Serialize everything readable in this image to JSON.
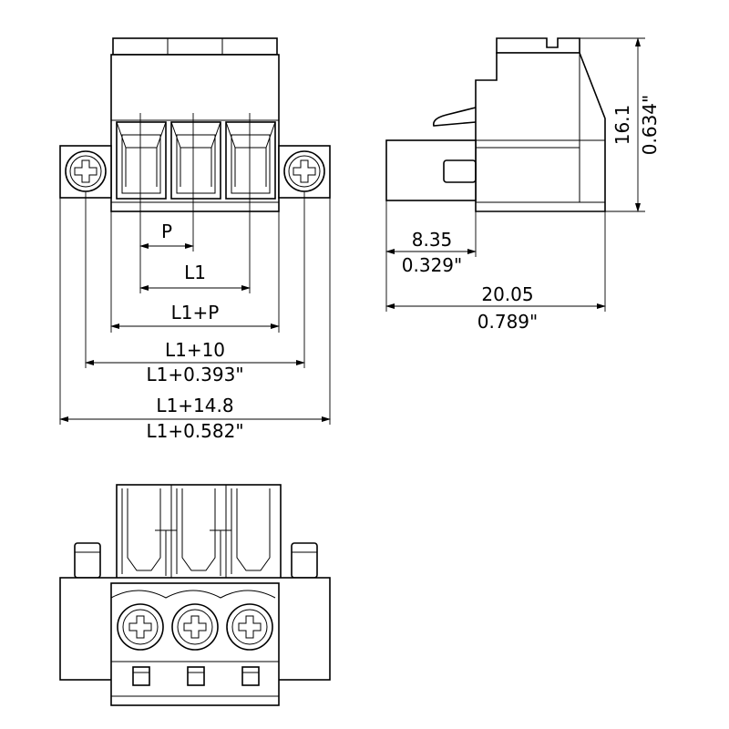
{
  "drawing": {
    "front_view": {
      "dim_pitch": "P",
      "dim_l1": "L1",
      "dim_l1_p": "L1+P",
      "dim_l1_10_mm": "L1+10",
      "dim_l1_10_in": "L1+0.393\"",
      "dim_l1_148_mm": "L1+14.8",
      "dim_l1_148_in": "L1+0.582\""
    },
    "side_view": {
      "height_mm": "16.1",
      "height_in": "0.634\"",
      "depth_mm": "8.35",
      "depth_in": "0.329\"",
      "length_mm": "20.05",
      "length_in": "0.789\""
    }
  }
}
